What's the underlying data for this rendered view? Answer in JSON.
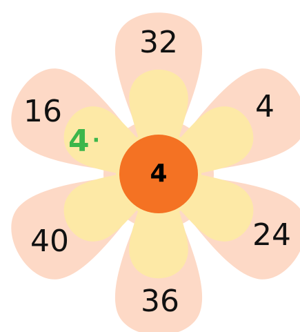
{
  "center": {
    "value": "4"
  },
  "operator": {
    "value": "4",
    "symbol": "·",
    "color": "#3cb64b"
  },
  "petals": [
    {
      "position": "top",
      "value": "32"
    },
    {
      "position": "upper-right",
      "value": "4"
    },
    {
      "position": "lower-right",
      "value": "24"
    },
    {
      "position": "bottom",
      "value": "36"
    },
    {
      "position": "lower-left",
      "value": "40"
    },
    {
      "position": "upper-left",
      "value": "16"
    }
  ],
  "colors": {
    "outer_petal": "#fdd9c6",
    "inner_petal": "#fde9a6",
    "center": "#f47223",
    "text": "#111111"
  }
}
